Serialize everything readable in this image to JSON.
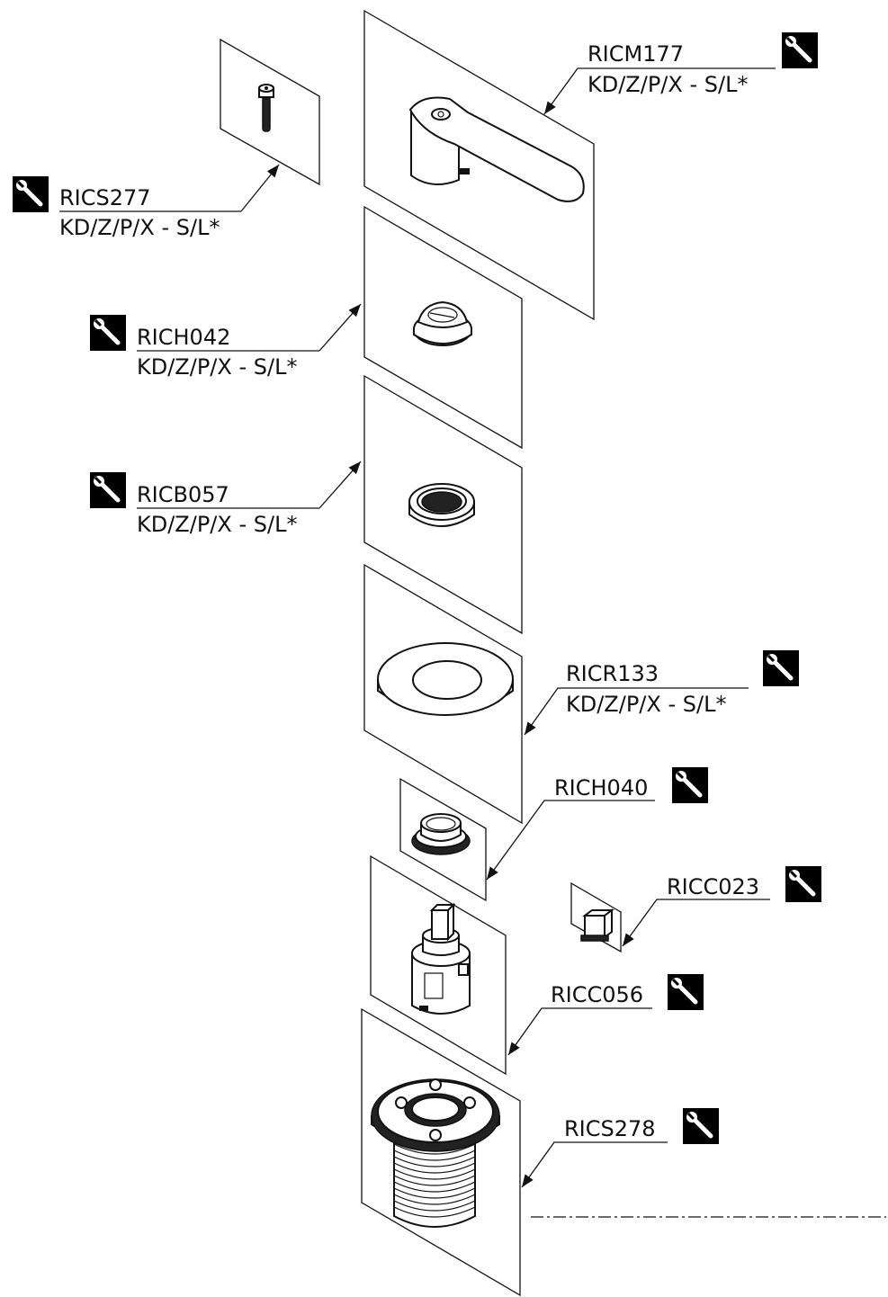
{
  "parts": [
    {
      "code": "RICM177",
      "finish": "KD/Z/P/X - S/L*",
      "icon": "wrench-icon"
    },
    {
      "code": "RICS277",
      "finish": "KD/Z/P/X - S/L*",
      "icon": "wrench-icon"
    },
    {
      "code": "RICH042",
      "finish": "KD/Z/P/X - S/L*",
      "icon": "wrench-icon"
    },
    {
      "code": "RICB057",
      "finish": "KD/Z/P/X - S/L*",
      "icon": "wrench-icon"
    },
    {
      "code": "RICR133",
      "finish": "KD/Z/P/X - S/L*",
      "icon": "wrench-icon"
    },
    {
      "code": "RICH040",
      "icon": "wrench-icon"
    },
    {
      "code": "RICC023",
      "icon": "wrench-icon"
    },
    {
      "code": "RICC056",
      "icon": "wrench-icon"
    },
    {
      "code": "RICS278",
      "icon": "wrench-icon"
    }
  ]
}
